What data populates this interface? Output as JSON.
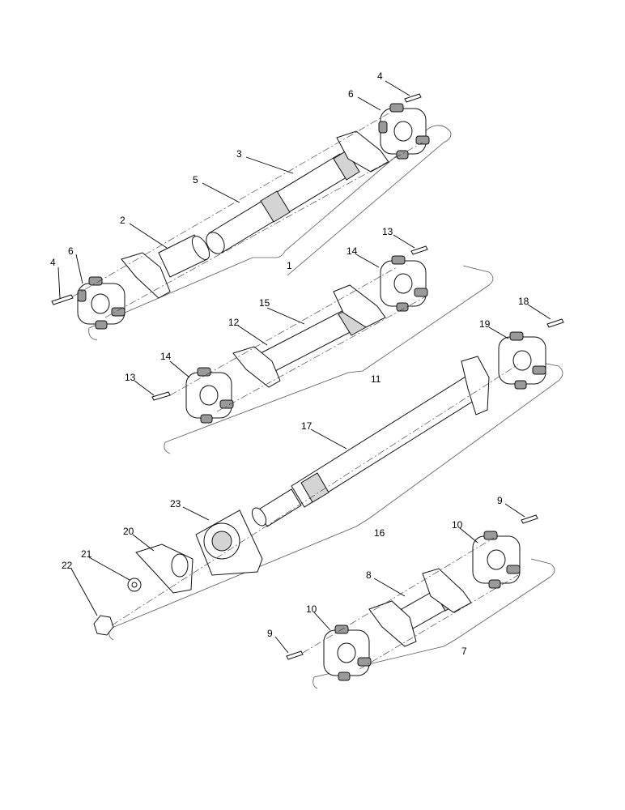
{
  "diagram": {
    "callouts": [
      "1",
      "2",
      "3",
      "4",
      "4",
      "5",
      "6",
      "6",
      "7",
      "8",
      "9",
      "9",
      "10",
      "10",
      "11",
      "12",
      "13",
      "13",
      "14",
      "14",
      "15",
      "16",
      "17",
      "18",
      "19",
      "20",
      "21",
      "22",
      "23"
    ]
  }
}
